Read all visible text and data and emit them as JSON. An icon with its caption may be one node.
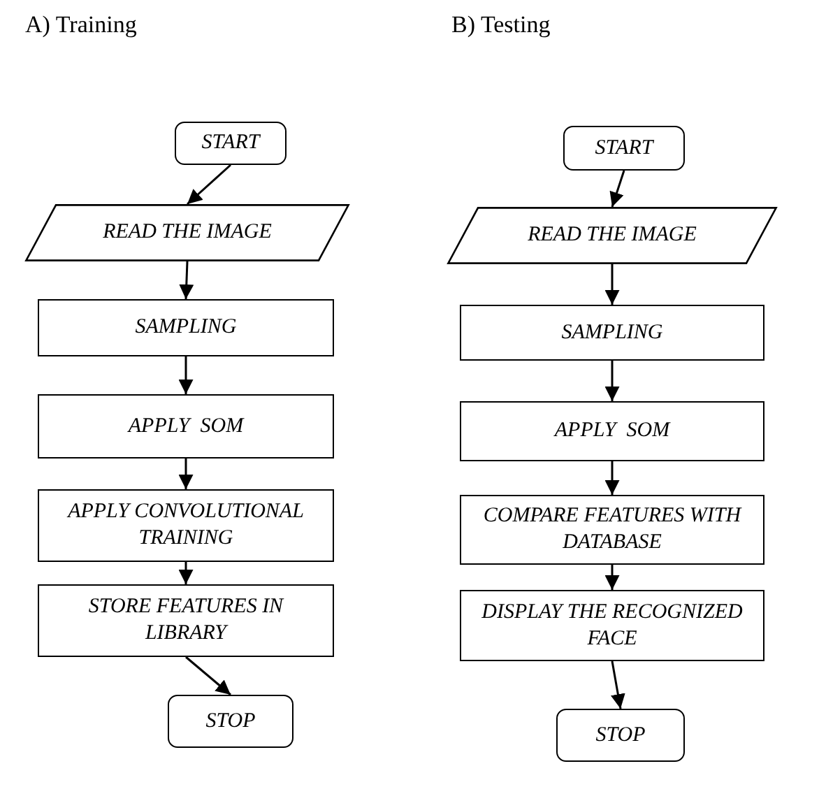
{
  "diagram": {
    "nodes": [
      {
        "text": [
          "START"
        ]
      },
      {
        "text": [
          "READ THE IMAGE"
        ]
      },
      {
        "text": [
          "SAMPLING"
        ]
      },
      {
        "text": [
          "APPLY  SOM"
        ]
      },
      {
        "text": [
          "APPLY CONVOLUTIONAL TRAINING"
        ]
      },
      {
        "text": [
          "STORE FEATURES IN LIBRARY"
        ]
      },
      {
        "text": [
          "STOP"
        ]
      },
      {
        "text": [
          "START"
        ]
      },
      {
        "text": [
          "READ THE IMAGE"
        ]
      },
      {
        "text": [
          "SAMPLING"
        ]
      },
      {
        "text": [
          "APPLY  SOM"
        ]
      },
      {
        "text": [
          "COMPARE FEATURES WITH DATABASE"
        ]
      },
      {
        "text": [
          "DISPLAY THE RECOGNIZED FACE"
        ]
      },
      {
        "text": [
          "STOP"
        ]
      }
    ],
    "edges": [
      {
        "from": 0,
        "to": 1,
        "arrow": "to"
      },
      {
        "from": 1,
        "to": 2,
        "arrow": "to"
      },
      {
        "from": 2,
        "to": 3,
        "arrow": "to"
      },
      {
        "from": 3,
        "to": 4,
        "arrow": "to"
      },
      {
        "from": 4,
        "to": 5,
        "arrow": "to"
      },
      {
        "from": 5,
        "to": 6,
        "arrow": "to"
      },
      {
        "from": 7,
        "to": 8,
        "arrow": "to"
      },
      {
        "from": 8,
        "to": 9,
        "arrow": "to"
      },
      {
        "from": 9,
        "to": 10,
        "arrow": "to"
      },
      {
        "from": 10,
        "to": 11,
        "arrow": "to"
      },
      {
        "from": 11,
        "to": 12,
        "arrow": "to"
      },
      {
        "from": 12,
        "to": 13,
        "arrow": "to"
      }
    ],
    "labels": [
      "A) Training",
      "B) Testing"
    ]
  }
}
